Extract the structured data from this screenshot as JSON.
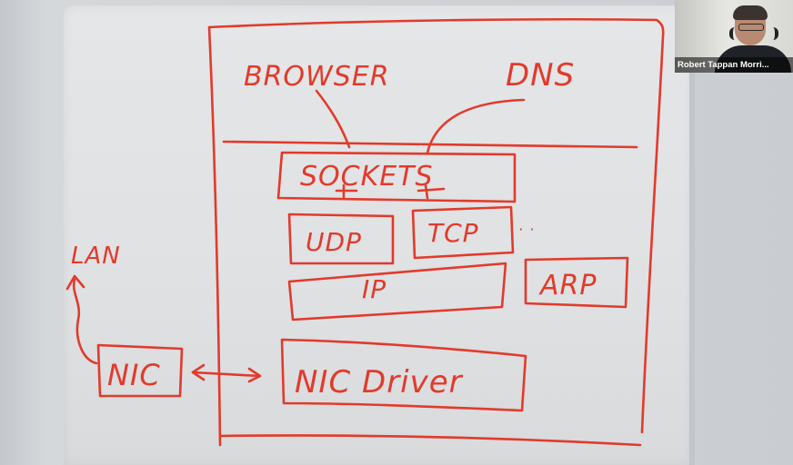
{
  "whiteboard": {
    "labels": {
      "browser": "BROWSER",
      "dns": "DNS",
      "sockets": "SOCKETS",
      "udp": "UDP",
      "tcp": "TCP",
      "ellipsis": "· ·",
      "ip": "IP",
      "arp": "ARP",
      "nic_driver": "NIC Driver",
      "nic": "NIC",
      "lan": "LAN"
    },
    "ink_color": "#e23a2b"
  },
  "video_tile": {
    "participant_name": "Robert Tappan Morri..."
  }
}
